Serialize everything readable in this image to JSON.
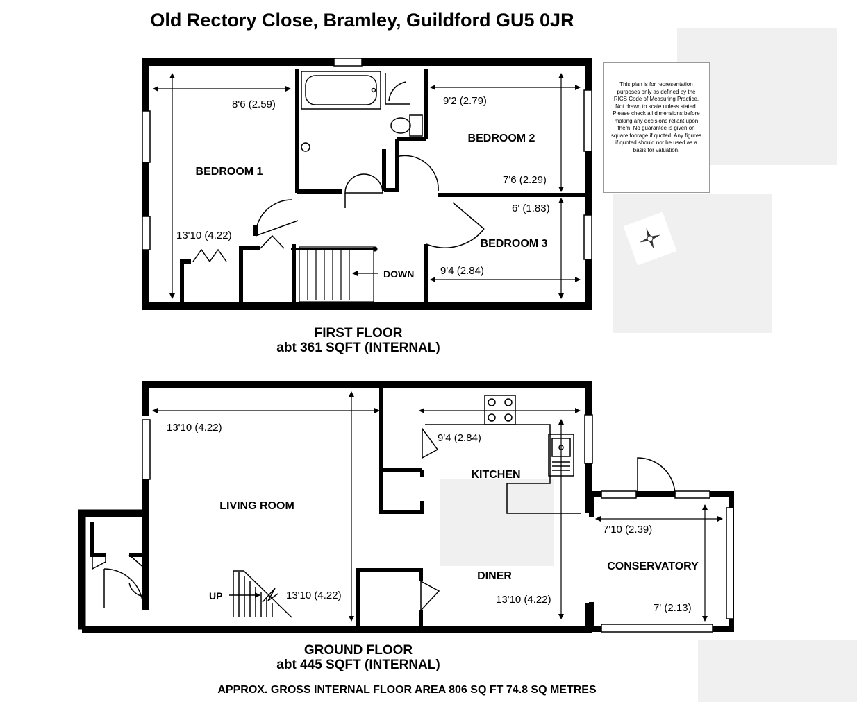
{
  "title": "Old Rectory Close, Bramley, Guildford GU5 0JR",
  "disclaimer": "This plan is for representation purposes only as defined by the RICS Code of Measuring Practice. Not drawn to scale unless stated. Please check all dimensions before making any decisions reliant upon them. No guarantee is given on square footage if quoted. Any figures if quoted should not be used as a basis for valuation.",
  "first_floor": {
    "caption": "FIRST FLOOR",
    "area": "abt 361 SQFT (INTERNAL)",
    "rooms": {
      "bedroom1": "BEDROOM 1",
      "bedroom2": "BEDROOM 2",
      "bedroom3": "BEDROOM 3"
    },
    "dims": {
      "bed1_width": "8'6 (2.59)",
      "bed1_length": "13'10 (4.22)",
      "bed2_width": "9'2 (2.79)",
      "bed2_length": "7'6 (2.29)",
      "bed3_length": "6' (1.83)",
      "bed3_width": "9'4 (2.84)"
    },
    "stairs_label": "DOWN"
  },
  "ground_floor": {
    "caption": "GROUND FLOOR",
    "area": "abt 445 SQFT (INTERNAL)",
    "rooms": {
      "living": "LIVING ROOM",
      "kitchen": "KITCHEN",
      "diner": "DINER",
      "conservatory": "CONSERVATORY"
    },
    "dims": {
      "living_width": "13'10 (4.22)",
      "living_length": "13'10 (4.22)",
      "kitchen_width": "9'4 (2.84)",
      "diner_length": "13'10 (4.22)",
      "cons_width": "7'10 (2.39)",
      "cons_length": "7' (2.13)"
    },
    "stairs_label": "UP"
  },
  "footer": "APPROX. GROSS INTERNAL FLOOR AREA 806 SQ FT 74.8 SQ METRES"
}
